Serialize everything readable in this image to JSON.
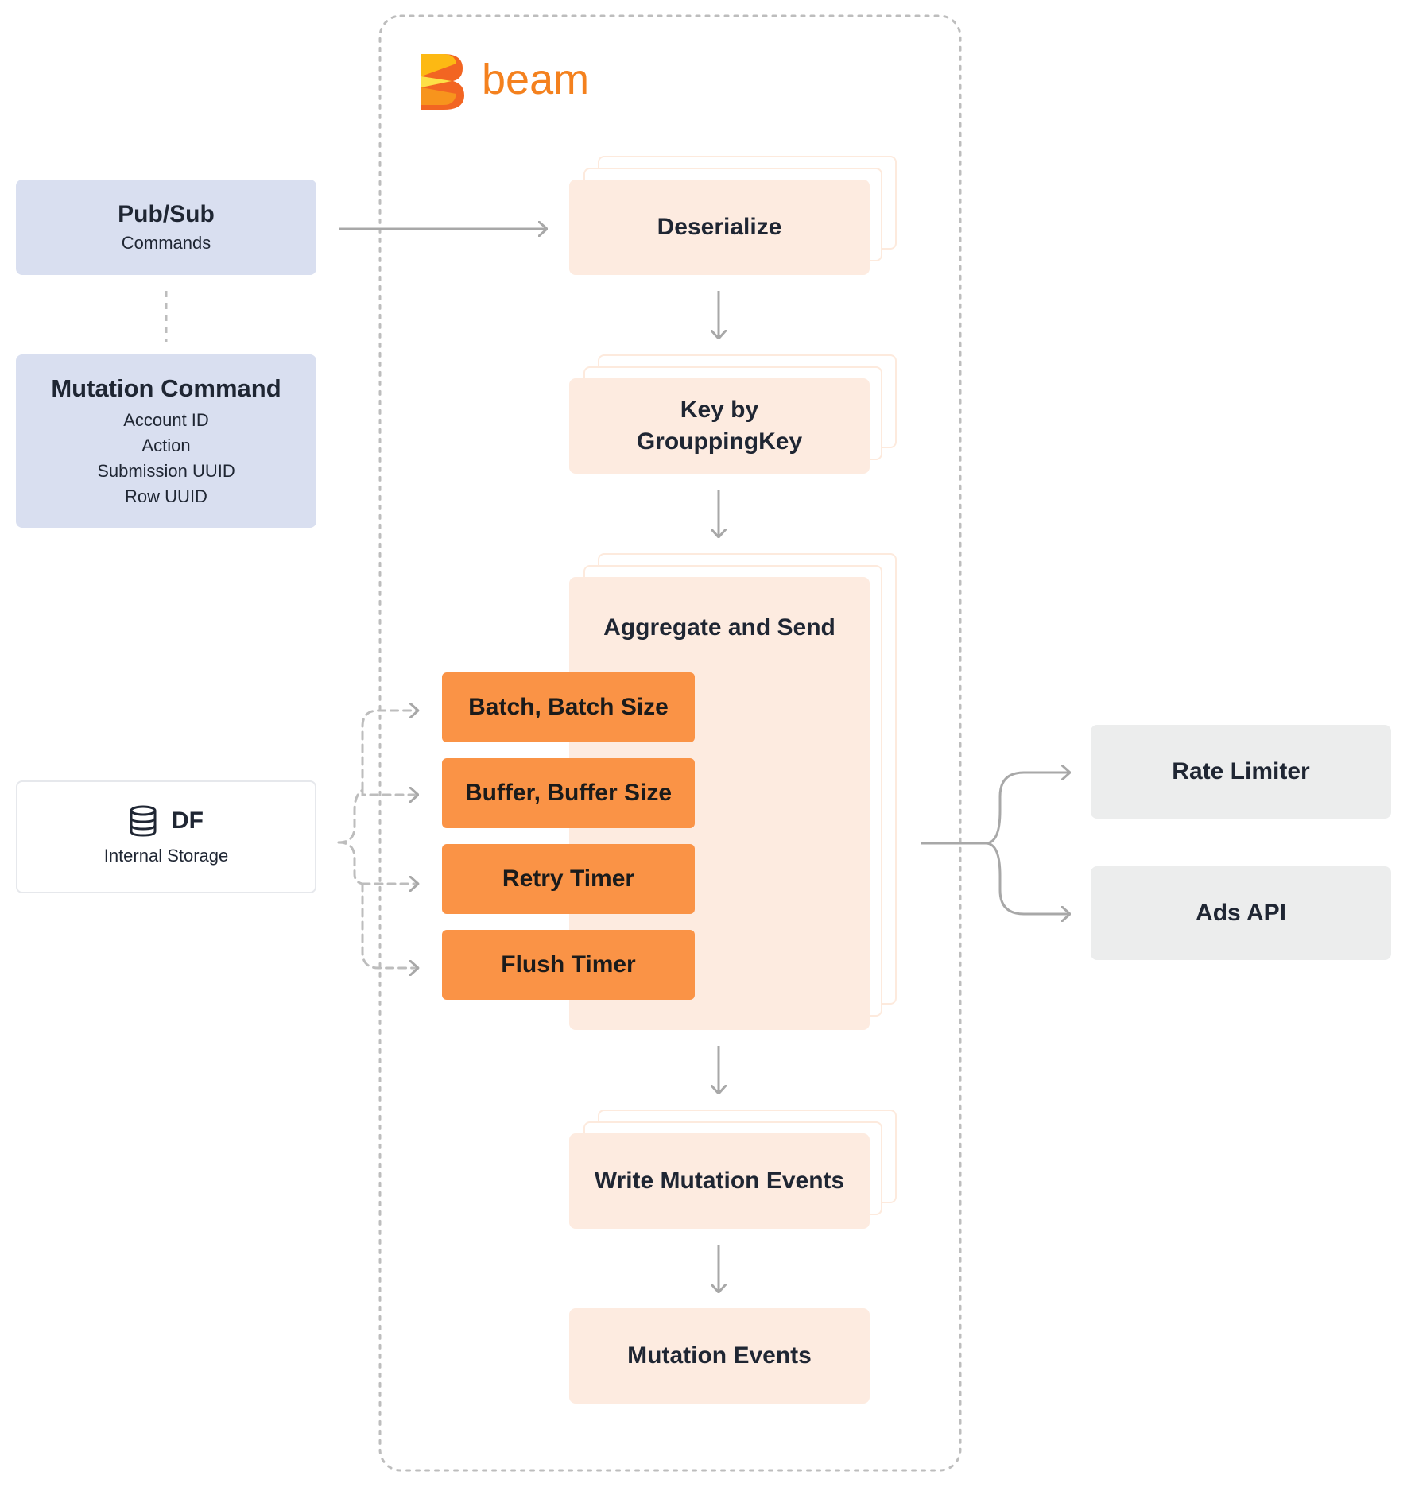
{
  "logo": {
    "name": "beam",
    "icon": "beam-logo-icon"
  },
  "sources": {
    "pubsub": {
      "title": "Pub/Sub",
      "subtitle": "Commands"
    },
    "mutation_command": {
      "title": "Mutation Command",
      "fields": [
        "Account ID",
        "Action",
        "Submission UUID",
        "Row UUID"
      ]
    },
    "storage": {
      "icon": "database-icon",
      "title": "DF",
      "subtitle": "Internal Storage"
    }
  },
  "pipeline": {
    "deserialize": "Deserialize",
    "key_by": [
      "Key by",
      "GrouppingKey"
    ],
    "aggregate": "Aggregate and Send",
    "aggregate_steps": [
      "Batch, Batch Size",
      "Buffer, Buffer Size",
      "Retry Timer",
      "Flush Timer"
    ],
    "write_events": "Write Mutation Events",
    "events": "Mutation Events"
  },
  "targets": [
    "Rate Limiter",
    "Ads API"
  ],
  "colors": {
    "source_box": "#d9dff0",
    "stage_box": "#fdebe0",
    "step_box": "#fa9346",
    "target_box": "#eceded",
    "beam_orange": "#f4811e",
    "connector": "#a8a8a8",
    "dashed_border": "#bdbdbd"
  }
}
